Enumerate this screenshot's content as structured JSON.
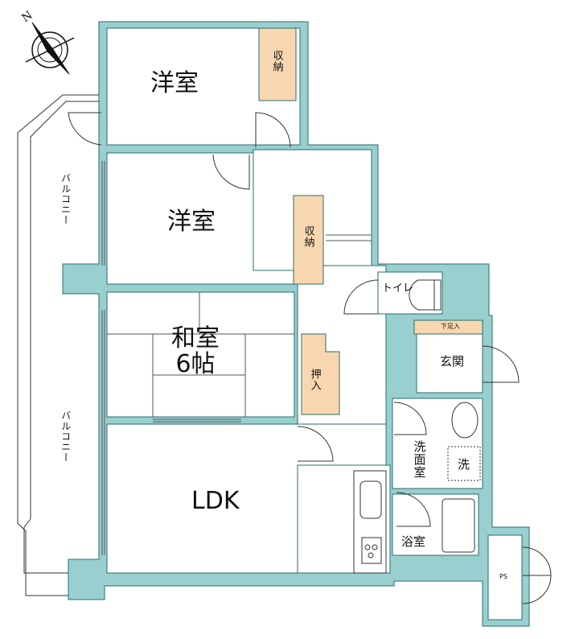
{
  "colors": {
    "wall": "#99cfcf",
    "wall_stroke": "#2a6d6d",
    "storage": "#f8d7b0",
    "line": "#333333"
  },
  "compass": {
    "label": "N",
    "icon": "compass-icon"
  },
  "rooms": {
    "bedroom1": {
      "label": "洋室"
    },
    "bedroom1_storage": {
      "label": "収納"
    },
    "bedroom2": {
      "label": "洋室"
    },
    "bedroom2_storage": {
      "label": "収納"
    },
    "japanese_room": {
      "label_line1": "和室",
      "label_line2": "6帖"
    },
    "oshiire": {
      "label": "押入"
    },
    "ldk": {
      "label": "LDK"
    },
    "toilet": {
      "label": "トイレ"
    },
    "shoe_storage": {
      "label": "下足入"
    },
    "entrance": {
      "label": "玄関"
    },
    "washroom": {
      "label": "洗面室"
    },
    "washer": {
      "label": "洗"
    },
    "bathroom": {
      "label": "浴室"
    },
    "ps": {
      "label": "PS"
    }
  },
  "balconies": [
    {
      "label": "バルコニー"
    },
    {
      "label": "バルコニー"
    }
  ]
}
